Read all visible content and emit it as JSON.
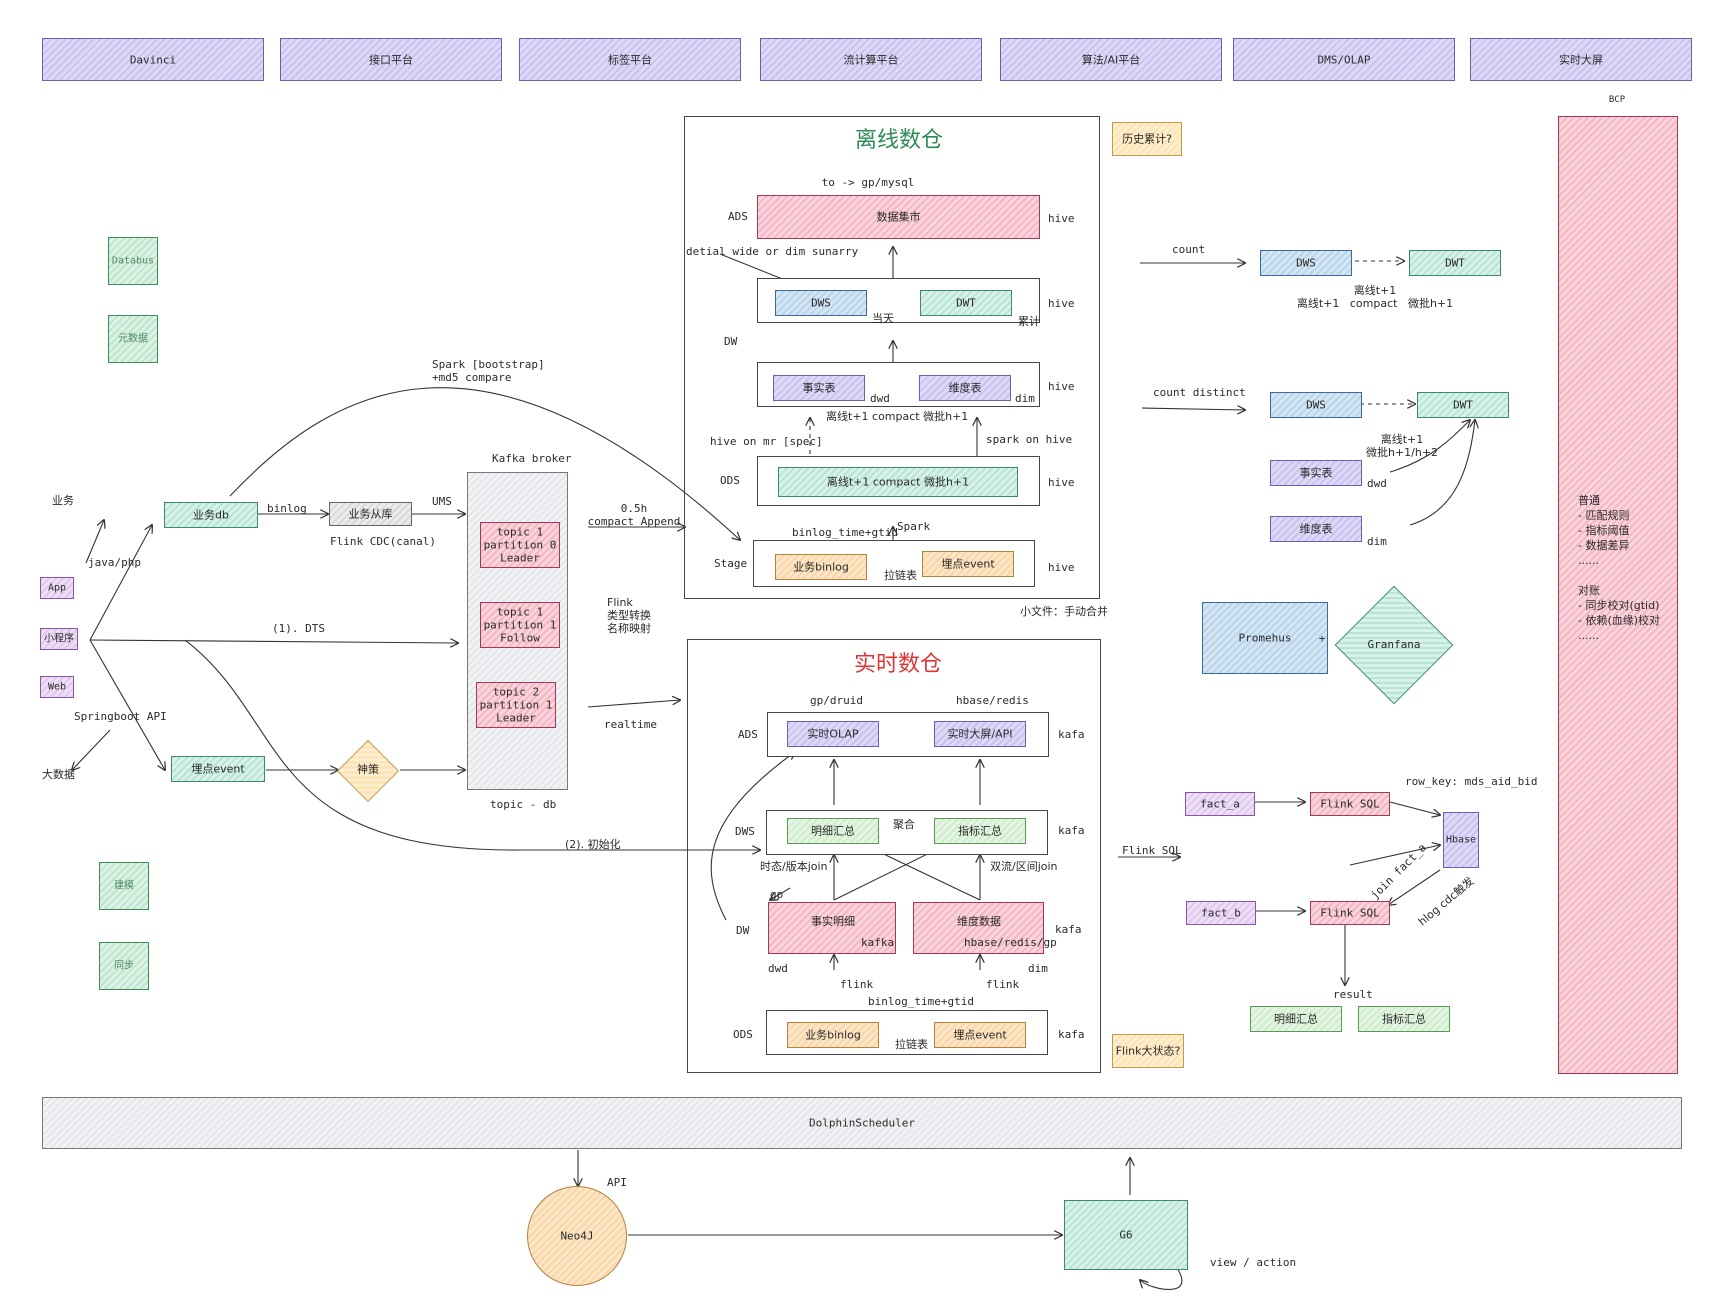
{
  "top_platforms": [
    "Davinci",
    "接口平台",
    "标签平台",
    "流计算平台",
    "算法/AI平台",
    "DMS/OLAP",
    "实时大屏"
  ],
  "left_panel": {
    "sidebar_items": [
      "Databus",
      "元数据",
      "建模",
      "同步"
    ],
    "clients": [
      "App",
      "小程序",
      "Web"
    ],
    "labels": {
      "business": "业务",
      "java_php": "java/php",
      "springboot_api": "Springboot API",
      "big_data": "大数据",
      "business_db": "业务db",
      "binlog": "binlog",
      "business_replica": "业务从库",
      "ums": "UMS",
      "flink_cdc": "Flink CDC(canal)",
      "tracking_event": "埋点event",
      "shence": "神策",
      "spark_bootstrap": "Spark [bootstrap]\n+md5 compare",
      "dts": "(1). DTS",
      "init": "(2). 初始化"
    }
  },
  "kafka": {
    "title": "Kafka broker",
    "footer": "topic - db",
    "partitions": [
      "topic 1\npartition 0\nLeader",
      "topic 1\npartition 1\nFollow",
      "topic 2\npartition 1\nLeader"
    ],
    "append_label": "0.5h\ncompact Append",
    "flink_label": "Flink\n类型转换\n名称映射",
    "realtime_label": "realtime"
  },
  "offline": {
    "title": "离线数仓",
    "to_label": "to -> gp/mysql",
    "ads": {
      "layer": "ADS",
      "box": "数据集市",
      "store": "hive"
    },
    "detail_label": "detial wide or dim sunarry",
    "dw": {
      "layer": "DW",
      "dws": "DWS",
      "dwt": "DWT",
      "same_day": "当天",
      "cumulative": "累计",
      "store": "hive"
    },
    "dwd": {
      "fact": "事实表",
      "dim": "维度表",
      "dwd": "dwd",
      "dim_tag": "dim",
      "store": "hive",
      "note": "离线t+1   compact   微批h+1"
    },
    "hive_on_mr": "hive on mr [spec]",
    "spark_on_hive": "spark on hive",
    "ods": {
      "layer": "ODS",
      "box": "离线t+1   compact   微批h+1",
      "store": "hive"
    },
    "binlog_time": "binlog_time+gtid",
    "spark": "Spark",
    "stage": {
      "layer": "Stage",
      "binlog": "业务binlog",
      "event": "埋点event",
      "zipper": "拉链表",
      "store": "hive"
    },
    "small_files": "小文件：手动合并",
    "history_note": "历史累计?"
  },
  "realtime": {
    "title": "实时数仓",
    "gp_druid": "gp/druid",
    "hbase_redis": "hbase/redis",
    "ads": {
      "layer": "ADS",
      "olap": "实时OLAP",
      "screen": "实时大屏/API",
      "store": "kafa"
    },
    "dws": {
      "layer": "DWS",
      "detail": "明细汇总",
      "aggregate": "聚合",
      "metric": "指标汇总",
      "store": "kafa"
    },
    "join_labels": {
      "left": "时态/版本join",
      "right": "双流/区间join",
      "gp": "gp"
    },
    "dw": {
      "layer": "DW",
      "fact": "事实明细",
      "fact_store": "kafka",
      "dim": "维度数据",
      "dim_store": "hbase/redis/gp",
      "dwd": "dwd",
      "dim_tag": "dim",
      "store": "kafa"
    },
    "flink_left": "flink",
    "flink_right": "flink",
    "binlog_time": "binlog_time+gtid",
    "ods": {
      "layer": "ODS",
      "binlog": "业务binlog",
      "event": "埋点event",
      "zipper": "拉链表",
      "store": "kafa"
    },
    "state_note": "Flink大状态?"
  },
  "right_panel": {
    "count": "count",
    "dws": "DWS",
    "dwt": "DWT",
    "count_note": "离线t+1\n离线t+1   compact   微批h+1",
    "count_distinct": "count distinct",
    "dws2": "DWS",
    "dwt2": "DWT",
    "distinct_note": "离线t+1\n微批h+1/h+2",
    "fact_table": "事实表",
    "dim_table": "维度表",
    "dwd": "dwd",
    "dim": "dim",
    "promehus": "Promehus",
    "plus": "+",
    "granfana": "Granfana",
    "flink_sql_label": "Flink SQL",
    "fact_a": "fact_a",
    "fact_b": "fact_b",
    "flink_sql_1": "Flink SQL",
    "flink_sql_2": "Flink SQL",
    "row_key": "row_key: mds_aid_bid",
    "hbase": "Hbase",
    "join_fact": "join fact_a",
    "hlog_cdc": "hlog cdc触发",
    "result": "result",
    "result_detail": "明细汇总",
    "result_metric": "指标汇总"
  },
  "bcp": {
    "title": "BCP",
    "notes": "普通\n- 匹配规则\n- 指标阈值\n- 数据差异\n......\n\n对账\n- 同步校对(gtid)\n- 依赖(血缘)校对\n......"
  },
  "bottom": {
    "scheduler": "DolphinScheduler",
    "api": "API",
    "neo4j": "Neo4J",
    "g6": "G6",
    "view_action": "view / action"
  },
  "colors": {
    "offline_title": "#2e8b57",
    "realtime_title": "#e03434",
    "platform_fill": "#ddd9f6",
    "bcp_fill": "#f9d4dd"
  }
}
